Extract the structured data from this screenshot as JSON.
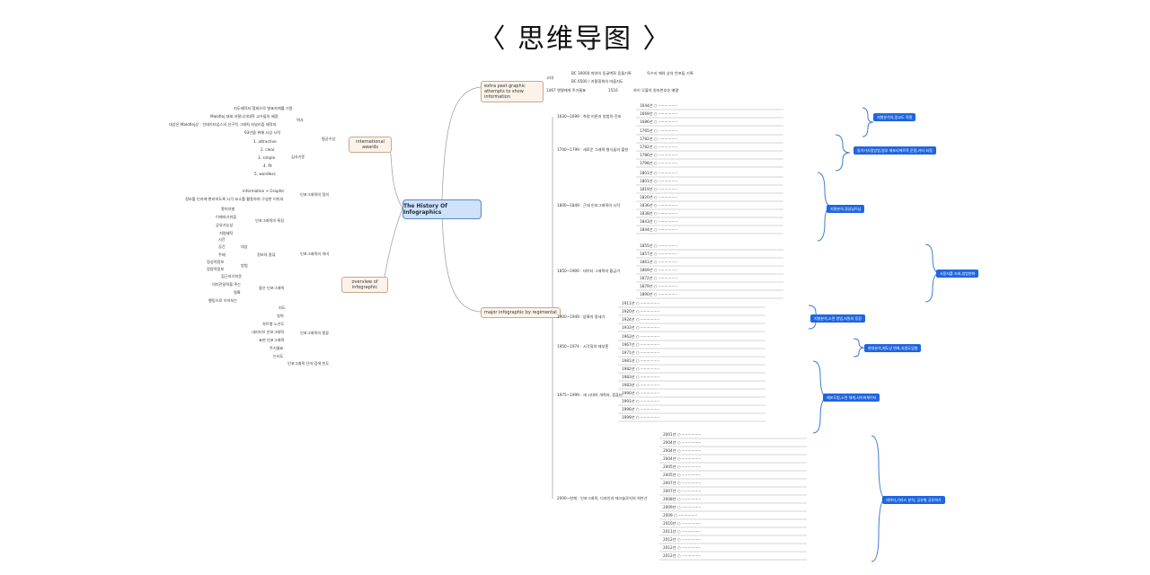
{
  "page_title": "〈 思维导图 〉",
  "root": "The History Of Infographics",
  "main_nodes": {
    "past": "extra past graphic attempts to show information",
    "awards": "international awards",
    "overview": "overview of infographic",
    "major": "major infographic by regimental"
  },
  "past_branch": {
    "ancient": "고대",
    "items": [
      "BC 30000 마야의 동굴벽화 동물기록",
      "독수리 깨의 상의 반포들 기록",
      "BC 6500 / 카탈휘윅의 마을지도",
      "1467 엔델에게 주기율표",
      "1510",
      "하이 무블의 원자번호순 배열"
    ]
  },
  "awards_branch": {
    "history": "역사",
    "history_items": [
      "지도제작자 협회으로 발표자에를 기원",
      "Malofiej 대회 카탈니아대학 교수들의 제정",
      "대상은 Malofiej상 : 선데이타임스의 선구적 그래픽 저널리즘 제작자",
      "93년을 위해 시상 시작"
    ],
    "criteria": "심사기준",
    "criteria_items": [
      "1. attractive",
      "2. clear",
      "3. simple",
      "4. fit",
      "5. wordless"
    ],
    "awards_label": "평균수상"
  },
  "overview_branch": {
    "definition": "인포그래픽의 정의",
    "definition_items": [
      "Information + Graphic",
      "정보를 인지에 편리하도록 시각 요소를 활용하여 구성한 이미지"
    ],
    "features": "인포그래픽의 특징",
    "feature_items": [
      "흥미유발",
      "이해하기쉬움",
      "공유가능성",
      "저렴제작"
    ],
    "types_main": "인포그래픽의 의미",
    "info_types": "정보의 종류",
    "qual": "대상",
    "qual_items": [
      "시간",
      "공간",
      "주제"
    ],
    "quan": "방법",
    "quan_items": [
      "정성적정보",
      "정량적정보"
    ],
    "good": "좋은 인포그래픽",
    "good_items": [
      "접근하기쉬운",
      "의미전달력을 주는",
      "명확",
      "행동으로 이어지는"
    ],
    "kinds": "인포그래픽의 종류",
    "kind_items": [
      "지도",
      "일력",
      "차트형 노선도",
      "내러티브 인포그래픽",
      "표현 인포그래픽",
      "주기율표",
      "논리도"
    ],
    "last": "인포그래픽 단어 검색 빈도"
  },
  "eras": [
    {
      "label": "1630~1699 : 측량 이론과 방법의 진보",
      "tag": "지형분석의,정교도 혁명",
      "items": [
        "1644년",
        "1669년",
        "1686년"
      ]
    },
    {
      "label": "1700~1799 : 새로운 그래픽 형식들의 출현",
      "tag": "동기가지정방법,일부 에포리에르적 운용,기타 외정",
      "items": [
        "1765년",
        "1782년",
        "1782년",
        "1786년",
        "1798년"
      ]
    },
    {
      "label": "1800~1849 : 근대 인포그래픽의 시작",
      "tag": "지형분석,경상님이님",
      "items": [
        "1801년",
        "1801년",
        "1819년",
        "1820년",
        "1836년",
        "1838년",
        "1843년",
        "1844년"
      ]
    },
    {
      "label": "1850~1900 : 데이터 그래픽의 황금기",
      "tag": "사용자를 조회,방법변화",
      "items": [
        "1855년",
        "1857년",
        "1861년",
        "1869년",
        "1872년",
        "1879년",
        "1890년"
      ]
    },
    {
      "label": "1900~1949 : 암흑의 중세기",
      "tag": "지형분석,소련 방법,지원의 등장",
      "items": [
        "1911년",
        "1920년",
        "1924년",
        "1933년"
      ]
    },
    {
      "label": "1950~1974 : 시각화의 재부흥",
      "tag": "현대분석,제도상 변화,지원도입형",
      "items": [
        "1963년",
        "1967년",
        "1971년"
      ]
    },
    {
      "label": "1975~1999 : 새 시대의 개척자, 컴퓨터",
      "tag": "제포도법,소련 체계,사이버체이터",
      "items": [
        "1981년",
        "1982년",
        "1983년",
        "1983년",
        "1990년",
        "1991년",
        "1996년",
        "1999년"
      ]
    },
    {
      "label": "2000~현재 : 인포그래픽, 디자인과 테크놀로지의 희만선",
      "tag": "데이터,기타스 분석, 공유형 공유하기",
      "items": [
        "2001년",
        "2004년",
        "2004년",
        "2004년",
        "2005년",
        "2005년",
        "2007년",
        "2007년",
        "2008년",
        "2009년",
        "2009",
        "2010년",
        "2011년",
        "2012년",
        "2012년",
        "2012년"
      ]
    }
  ]
}
